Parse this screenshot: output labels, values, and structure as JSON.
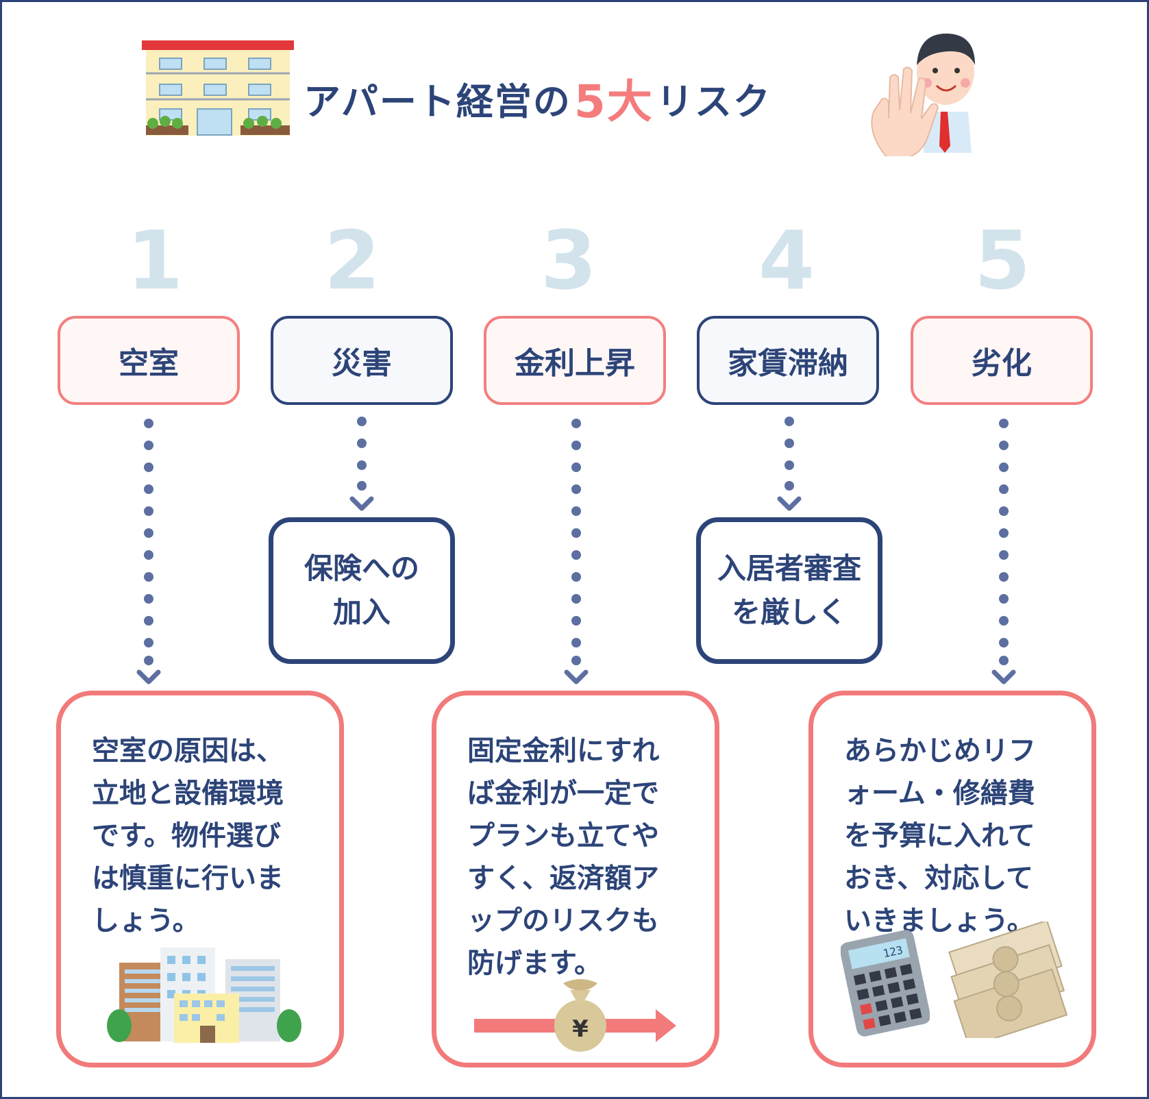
{
  "title": {
    "before": "アパート経営の",
    "accent": "5大",
    "after": "リスク"
  },
  "colors": {
    "navy": "#2c4478",
    "pink": "#f27a7a",
    "number": "#d2e3ec",
    "dots": "#5c6fa0"
  },
  "numbers": [
    "1",
    "2",
    "3",
    "4",
    "5"
  ],
  "risks": [
    "空室",
    "災害",
    "金利上昇",
    "家賃滞納",
    "劣化"
  ],
  "mid_boxes": {
    "2": "保険への\n加入",
    "4": "入居者審査\nを厳しく"
  },
  "solutions": {
    "1": "空室の原因は、\n立地と設備環境\nです。物件選び\nは慎重に行いま\nしょう。",
    "3": "固定金利にすれ\nば金利が一定で\nプランも立てや\nすく、返済額ア\nップのリスクも\n防げます。",
    "5": "あらかじめリフ\nォーム・修繕費\nを予算に入れて\nおき、対応して\nいきましょう。"
  },
  "icons": [
    "apartment-icon",
    "stop-hand-businessman-icon",
    "city-buildings-icon",
    "money-bag-icon",
    "calculator-icon",
    "banknotes-icon"
  ],
  "money_symbol": "¥",
  "calc_display": "123"
}
